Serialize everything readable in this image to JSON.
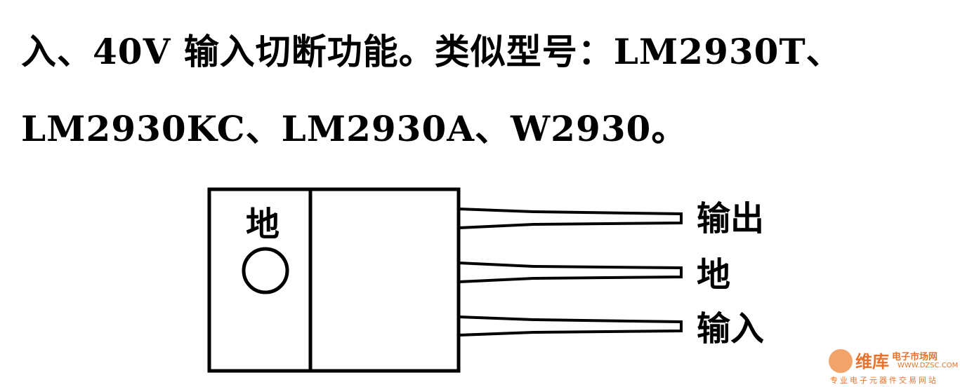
{
  "text": {
    "line1": "入、40V 输入切断功能。类似型号：LM2930T、",
    "line2": "LM2930KC、LM2930A、W2930。"
  },
  "diagram": {
    "tab_label": "地",
    "pins": [
      {
        "label": "输出"
      },
      {
        "label": "地"
      },
      {
        "label": "输入"
      }
    ]
  },
  "watermark": {
    "title": "维库",
    "title_suffix": "电子市场网",
    "domain": "WWW.DZSC.COM",
    "subtitle": "专业电子元器件交易网站"
  }
}
